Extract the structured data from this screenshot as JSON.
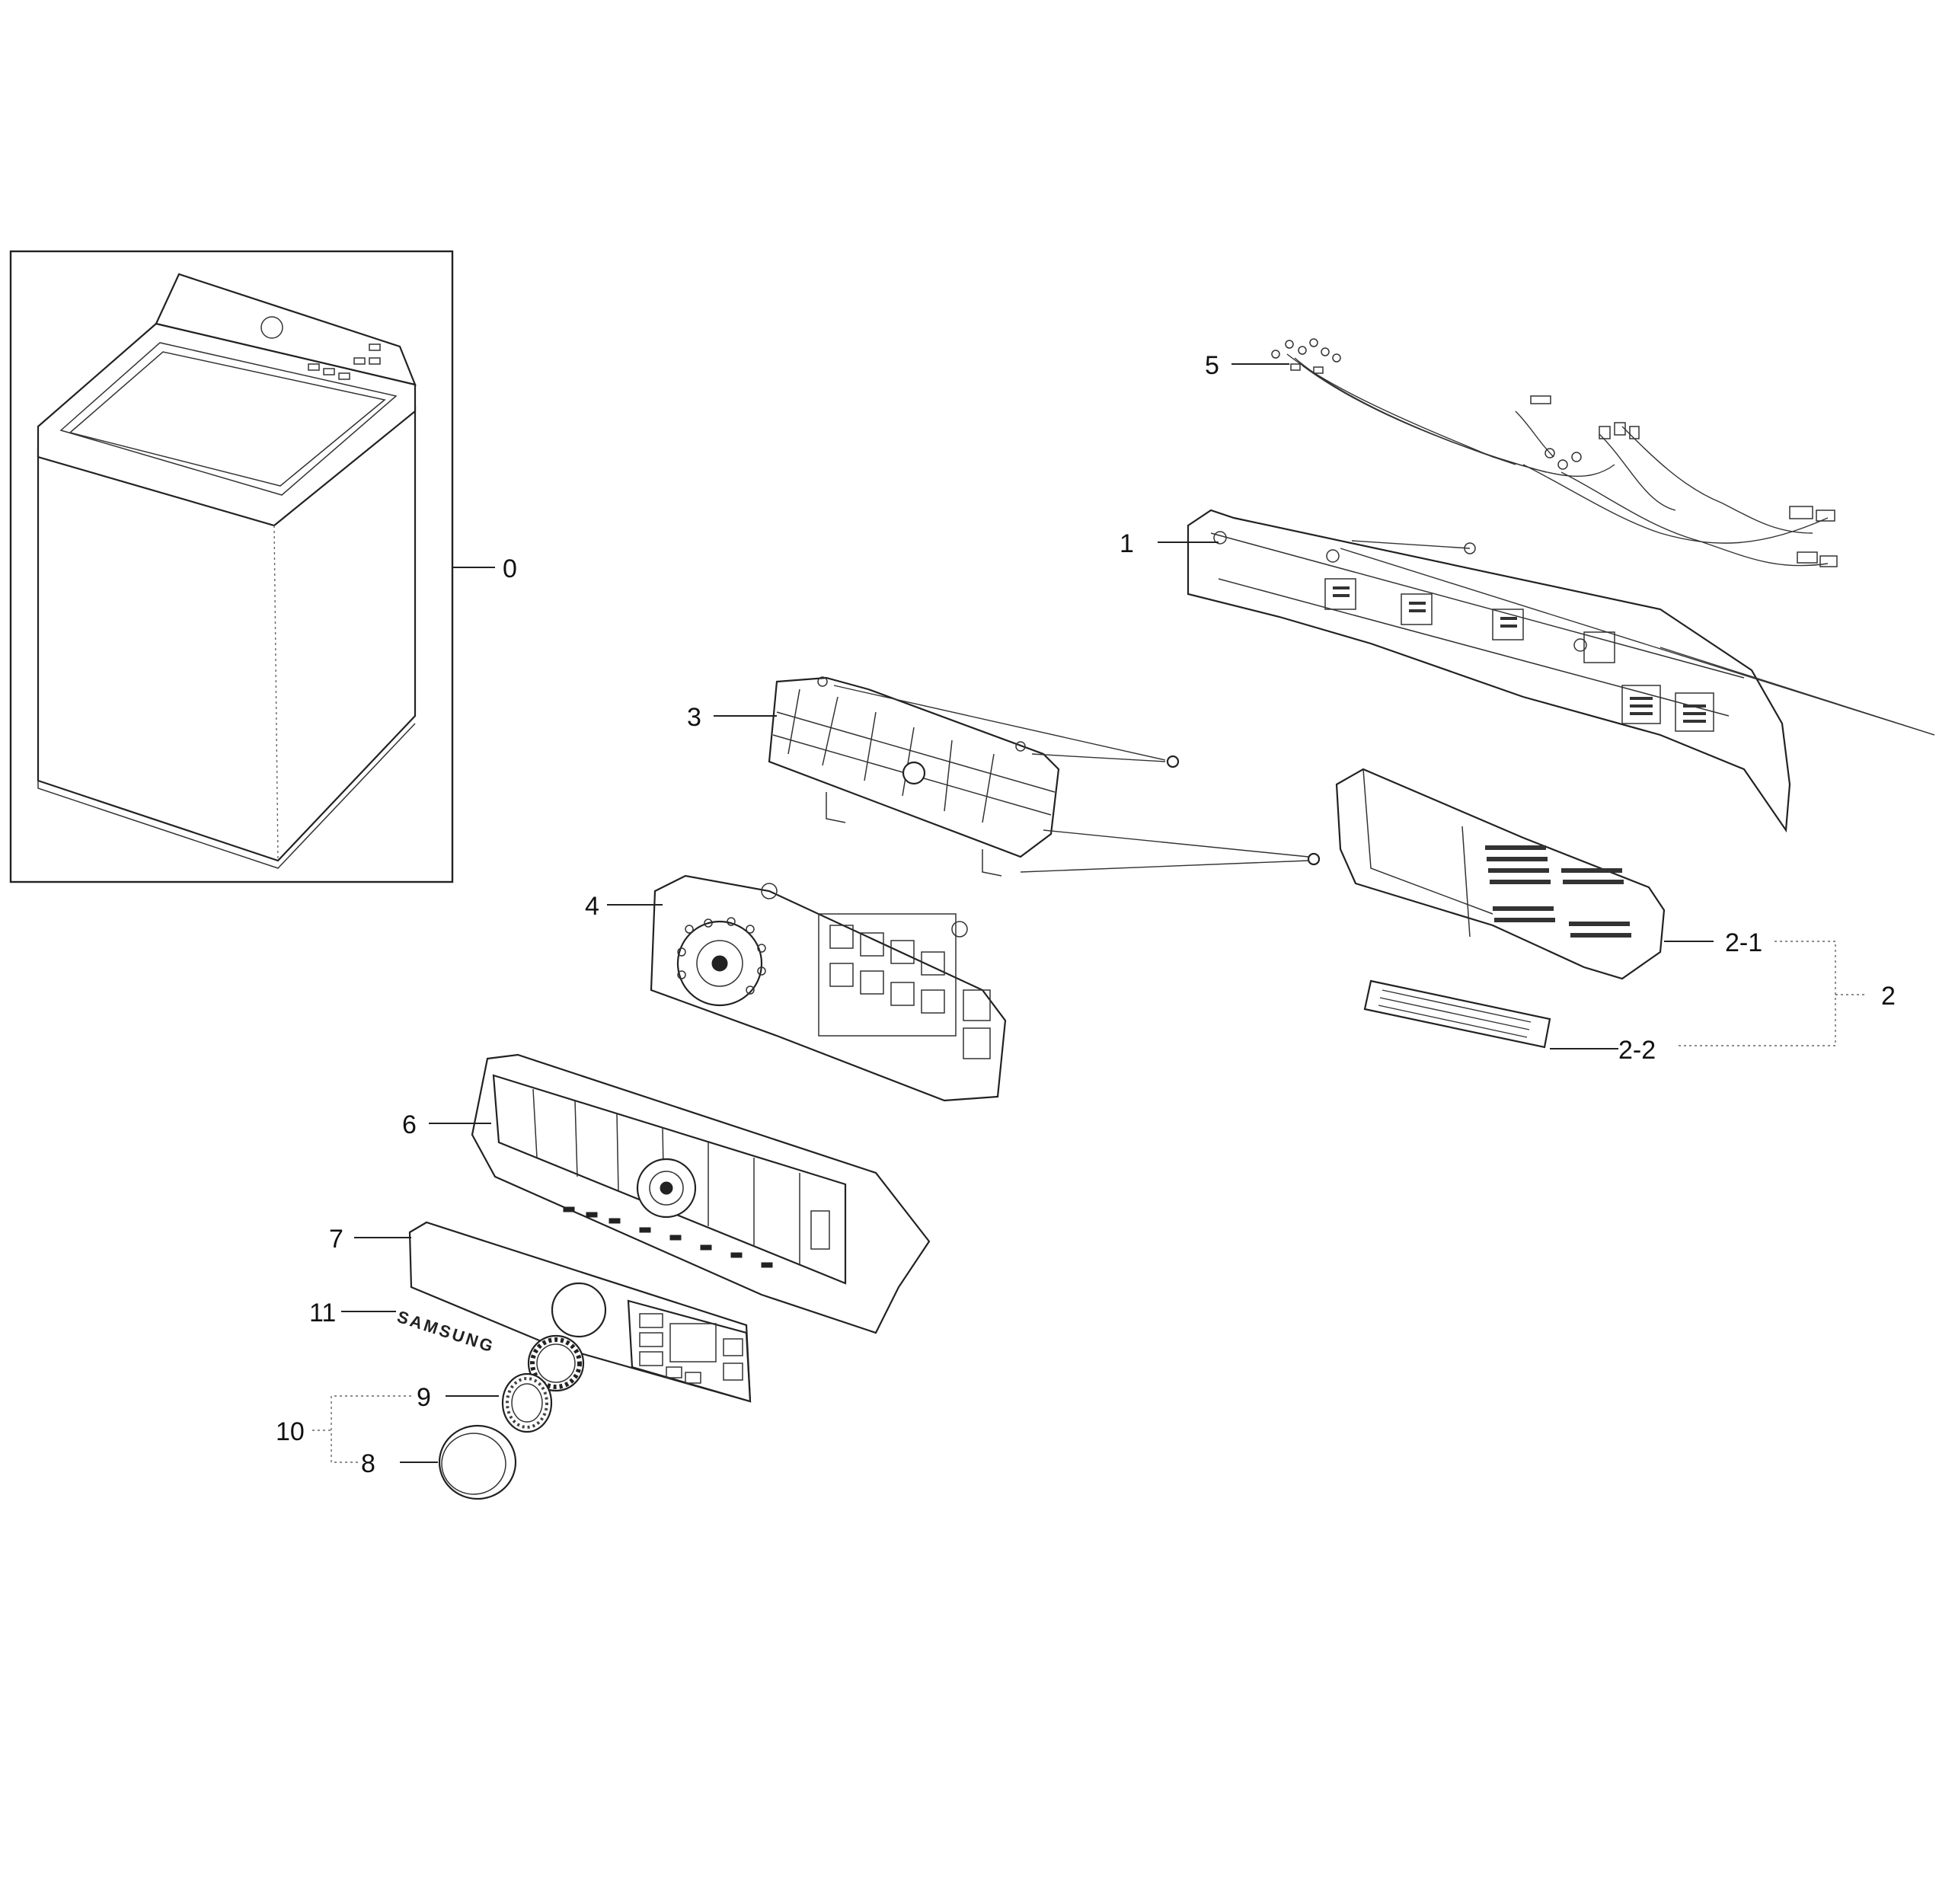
{
  "diagram": {
    "type": "exploded parts diagram",
    "logo_text": "SAMSUNG",
    "callouts": [
      {
        "id": "c0",
        "label": "0"
      },
      {
        "id": "c1",
        "label": "1"
      },
      {
        "id": "c2",
        "label": "2"
      },
      {
        "id": "c2-1",
        "label": "2-1"
      },
      {
        "id": "c2-2",
        "label": "2-2"
      },
      {
        "id": "c3",
        "label": "3"
      },
      {
        "id": "c4",
        "label": "4"
      },
      {
        "id": "c5",
        "label": "5"
      },
      {
        "id": "c6",
        "label": "6"
      },
      {
        "id": "c7",
        "label": "7"
      },
      {
        "id": "c8",
        "label": "8"
      },
      {
        "id": "c9",
        "label": "9"
      },
      {
        "id": "c10",
        "label": "10"
      },
      {
        "id": "c11",
        "label": "11"
      }
    ]
  }
}
